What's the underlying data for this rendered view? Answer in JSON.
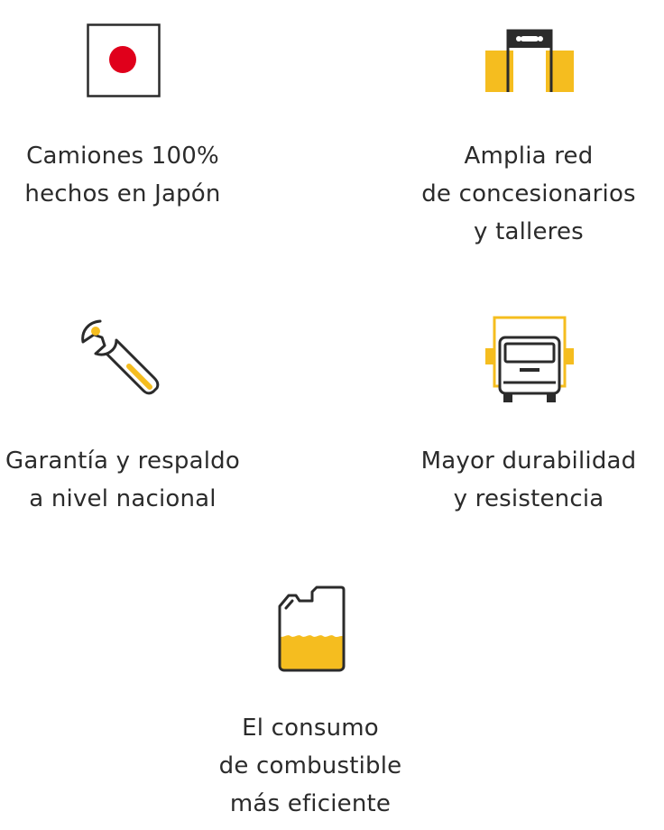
{
  "features": [
    {
      "id": "japan",
      "icon": "japan-flag-icon",
      "lines": [
        "Camiones 100%",
        "hechos en Japón"
      ]
    },
    {
      "id": "network",
      "icon": "workshop-gate-icon",
      "lines": [
        "Amplia red",
        "de concesionarios",
        "y talleres"
      ]
    },
    {
      "id": "warranty",
      "icon": "wrench-icon",
      "lines": [
        "Garantía y respaldo",
        "a nivel nacional"
      ]
    },
    {
      "id": "durability",
      "icon": "truck-front-icon",
      "lines": [
        "Mayor durabilidad",
        "y resistencia"
      ]
    },
    {
      "id": "fuel",
      "icon": "fuel-canister-icon",
      "lines": [
        "El consumo",
        "de combustible",
        "más eficiente"
      ]
    }
  ],
  "colors": {
    "accent": "#f5bd1f",
    "flag_red": "#e0001b",
    "stroke": "#2b2b2b",
    "text": "#2b2b2b"
  }
}
